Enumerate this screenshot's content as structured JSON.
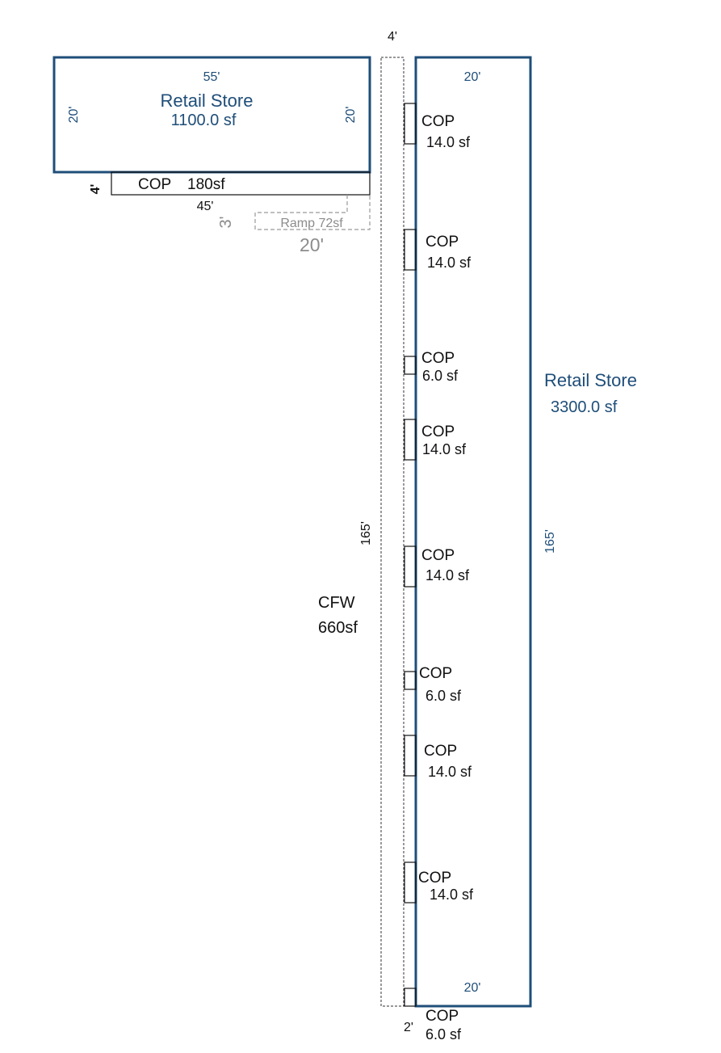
{
  "colors": {
    "store_outline": "#1f4e79",
    "store_text": "#1f4e79",
    "line": "#111111",
    "ramp": "#9a9a9a"
  },
  "small_store": {
    "width_label": "55'",
    "title": "Retail Store",
    "area": "1100.0 sf",
    "left_side_label": "20'",
    "right_side_label": "20'"
  },
  "cop_strip": {
    "label": "COP",
    "area": "180sf",
    "depth_label": "4'",
    "length_label": "45'"
  },
  "ramp": {
    "label": "Ramp 72sf",
    "depth_label": "3'",
    "length_label": "20'"
  },
  "cfw": {
    "top_label": "4'",
    "length_label": "165'",
    "label": "CFW",
    "area": "660sf"
  },
  "large_store": {
    "top_label": "20'",
    "bottom_label": "20'",
    "side_label": "165'",
    "title": "Retail Store",
    "area": "3300.0 sf"
  },
  "cops": [
    {
      "label": "COP",
      "area": "14.0 sf"
    },
    {
      "label": "COP",
      "area": "14.0 sf"
    },
    {
      "label": "COP",
      "area": "6.0 sf"
    },
    {
      "label": "COP",
      "area": "14.0 sf"
    },
    {
      "label": "COP",
      "area": "14.0 sf"
    },
    {
      "label": "COP",
      "area": "6.0 sf"
    },
    {
      "label": "COP",
      "area": "14.0 sf"
    },
    {
      "label": "COP",
      "area": "14.0 sf"
    },
    {
      "label": "COP",
      "area": "6.0 sf",
      "width_label": "2'"
    }
  ]
}
